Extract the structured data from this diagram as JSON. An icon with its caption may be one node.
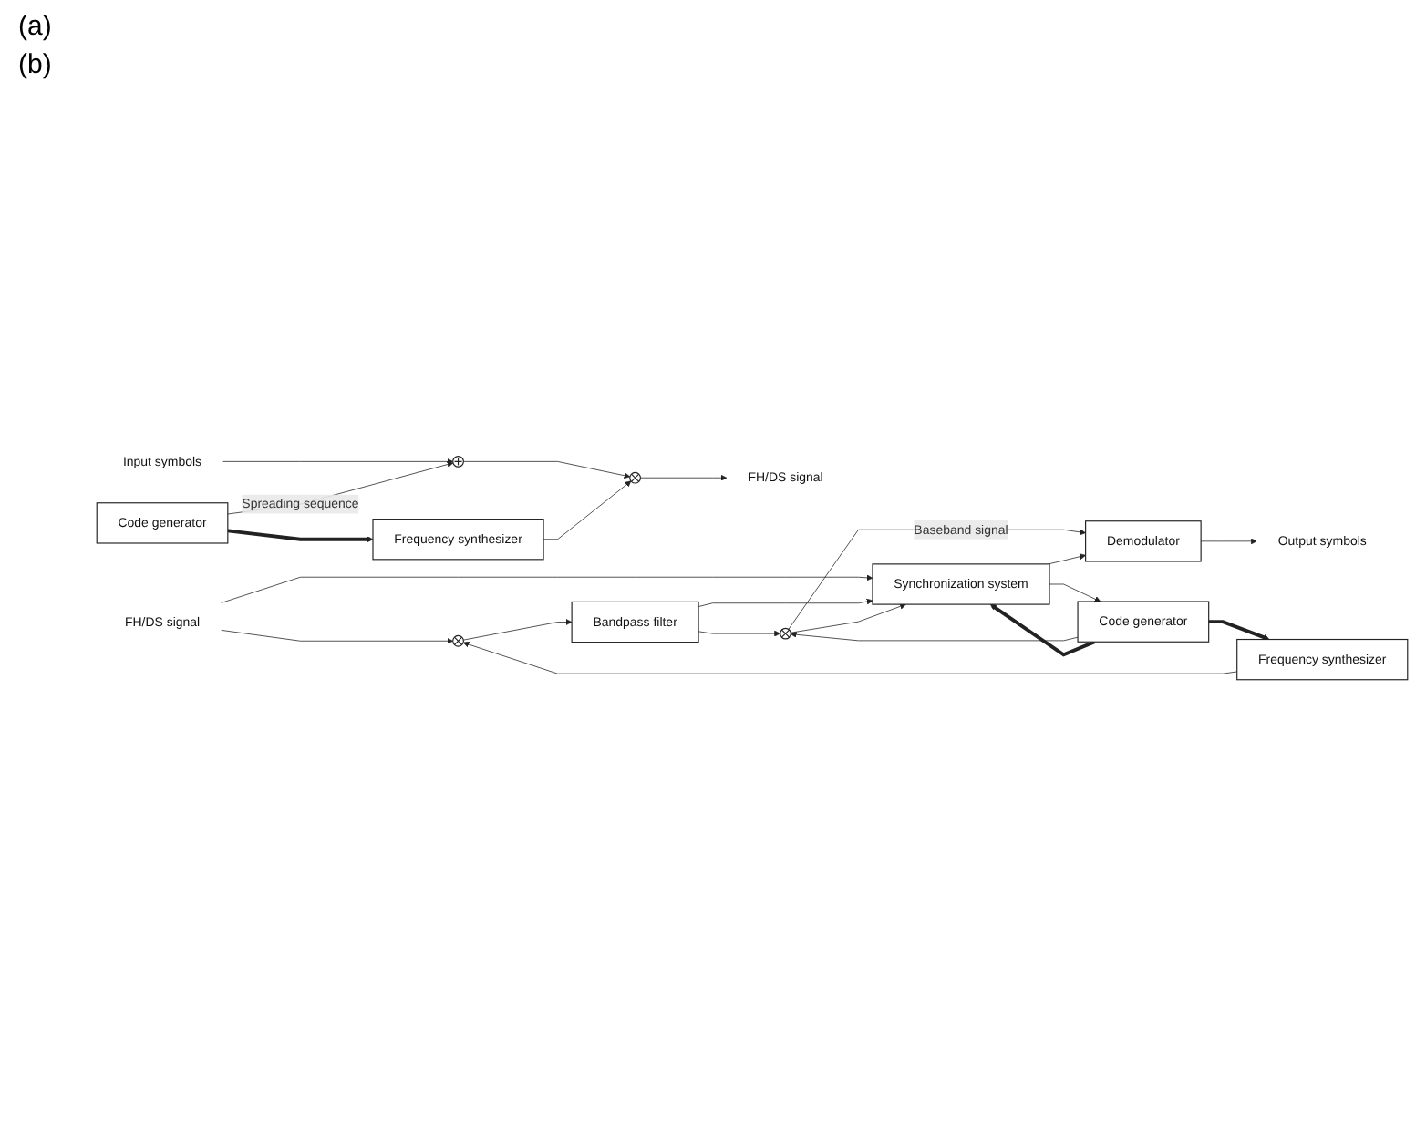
{
  "diagram": {
    "nodes": [
      {
        "text": [
          "Input symbols"
        ]
      },
      {
        "text": [],
        "shape": "circle"
      },
      {
        "text": [],
        "shape": "circle"
      },
      {
        "text": [
          "FH/DS signal"
        ]
      },
      {
        "text": [
          "Code generator"
        ]
      },
      {
        "text": [
          "Frequency synthesizer"
        ]
      },
      {
        "text": [
          "FH/DS signal"
        ]
      },
      {
        "text": [],
        "shape": "circle"
      },
      {
        "text": [
          "Bandpass filter"
        ]
      },
      {
        "text": [],
        "shape": "circle"
      },
      {
        "text": [
          "Demodulator"
        ]
      },
      {
        "text": [
          "Output symbols"
        ]
      },
      {
        "text": [
          "Frequency synthesizer"
        ]
      },
      {
        "text": [
          "Code generator"
        ]
      },
      {
        "text": [
          "Synchronization system"
        ]
      }
    ],
    "edges": [
      {
        "from": 0,
        "to": 1,
        "arrow": "to"
      },
      {
        "from": 1,
        "to": 2,
        "arrow": "to"
      },
      {
        "from": 2,
        "to": 3,
        "arrow": "to"
      },
      {
        "from": 4,
        "to": 1,
        "arrow": "to",
        "label": "Spreading sequence"
      },
      {
        "from": 4,
        "to": 5,
        "arrow": "to",
        "style": "thick"
      },
      {
        "from": 5,
        "to": 2,
        "arrow": "to"
      },
      {
        "from": 6,
        "to": 7,
        "arrow": "to"
      },
      {
        "from": 6,
        "to": 14,
        "arrow": "to"
      },
      {
        "from": 7,
        "to": 8,
        "arrow": "to"
      },
      {
        "from": 8,
        "to": 9,
        "arrow": "to"
      },
      {
        "from": 8,
        "to": 14,
        "arrow": "to"
      },
      {
        "from": 9,
        "to": 10,
        "arrow": "to",
        "label": "Baseband signal"
      },
      {
        "from": 9,
        "to": 14,
        "arrow": "to"
      },
      {
        "from": 10,
        "to": 11,
        "arrow": "to"
      },
      {
        "from": 12,
        "to": 7,
        "arrow": "to"
      },
      {
        "from": 13,
        "to": 12,
        "arrow": "to",
        "style": "thick"
      },
      {
        "from": 13,
        "to": 9,
        "arrow": "to"
      },
      {
        "from": 14,
        "to": 13,
        "arrow": "to"
      },
      {
        "from": 13,
        "to": 14,
        "arrow": "to",
        "style": "thick"
      },
      {
        "from": 14,
        "to": 10,
        "arrow": "to"
      }
    ],
    "labels": [
      "(a)",
      "(b)"
    ]
  }
}
